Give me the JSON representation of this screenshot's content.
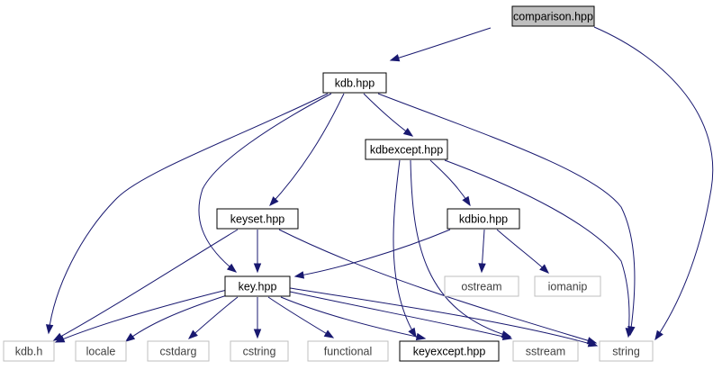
{
  "colors": {
    "edge": "#191970",
    "highlight_fill": "#bfbfbf",
    "local_border": "#000000",
    "system_border": "#bfbfbf",
    "system_text": "#404040",
    "local_text": "#000000"
  },
  "nodes": [
    {
      "id": "comparison",
      "label": "comparison.hpp",
      "kind": "highlight"
    },
    {
      "id": "kdb",
      "label": "kdb.hpp",
      "kind": "local"
    },
    {
      "id": "kdbexcept",
      "label": "kdbexcept.hpp",
      "kind": "local"
    },
    {
      "id": "keyset",
      "label": "keyset.hpp",
      "kind": "local"
    },
    {
      "id": "kdbio",
      "label": "kdbio.hpp",
      "kind": "local"
    },
    {
      "id": "key",
      "label": "key.hpp",
      "kind": "local"
    },
    {
      "id": "ostream",
      "label": "ostream",
      "kind": "system"
    },
    {
      "id": "iomanip",
      "label": "iomanip",
      "kind": "system"
    },
    {
      "id": "kdbh",
      "label": "kdb.h",
      "kind": "system"
    },
    {
      "id": "locale",
      "label": "locale",
      "kind": "system"
    },
    {
      "id": "cstdarg",
      "label": "cstdarg",
      "kind": "system"
    },
    {
      "id": "cstring",
      "label": "cstring",
      "kind": "system"
    },
    {
      "id": "functional",
      "label": "functional",
      "kind": "system"
    },
    {
      "id": "keyexcept",
      "label": "keyexcept.hpp",
      "kind": "local"
    },
    {
      "id": "sstream",
      "label": "sstream",
      "kind": "system"
    },
    {
      "id": "string",
      "label": "string",
      "kind": "system"
    }
  ],
  "edges": [
    {
      "from": "comparison",
      "to": "kdb"
    },
    {
      "from": "comparison",
      "to": "string"
    },
    {
      "from": "kdb",
      "to": "kdbh"
    },
    {
      "from": "kdb",
      "to": "key"
    },
    {
      "from": "kdb",
      "to": "keyset"
    },
    {
      "from": "kdb",
      "to": "kdbexcept"
    },
    {
      "from": "kdb",
      "to": "string"
    },
    {
      "from": "kdbexcept",
      "to": "kdbio"
    },
    {
      "from": "kdbexcept",
      "to": "keyexcept"
    },
    {
      "from": "kdbexcept",
      "to": "sstream"
    },
    {
      "from": "kdbexcept",
      "to": "string"
    },
    {
      "from": "keyset",
      "to": "key"
    },
    {
      "from": "keyset",
      "to": "kdbh"
    },
    {
      "from": "keyset",
      "to": "string"
    },
    {
      "from": "kdbio",
      "to": "key"
    },
    {
      "from": "kdbio",
      "to": "ostream"
    },
    {
      "from": "kdbio",
      "to": "iomanip"
    },
    {
      "from": "key",
      "to": "kdbh"
    },
    {
      "from": "key",
      "to": "locale"
    },
    {
      "from": "key",
      "to": "cstdarg"
    },
    {
      "from": "key",
      "to": "cstring"
    },
    {
      "from": "key",
      "to": "functional"
    },
    {
      "from": "key",
      "to": "keyexcept"
    },
    {
      "from": "key",
      "to": "sstream"
    },
    {
      "from": "key",
      "to": "string"
    }
  ]
}
